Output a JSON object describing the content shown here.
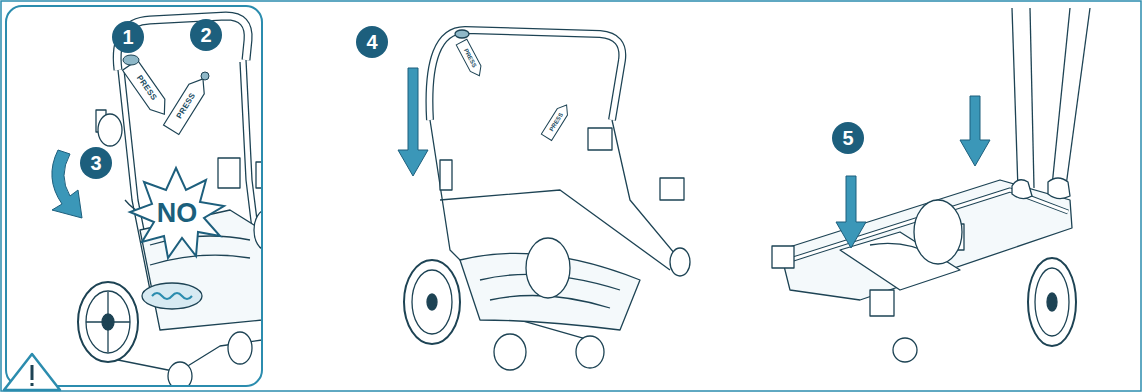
{
  "diagram": {
    "labels": [
      "1",
      "PRESS",
      "2",
      "PRESS",
      "3",
      "NO",
      "4",
      "PRESS",
      "PRESS",
      "5"
    ]
  }
}
